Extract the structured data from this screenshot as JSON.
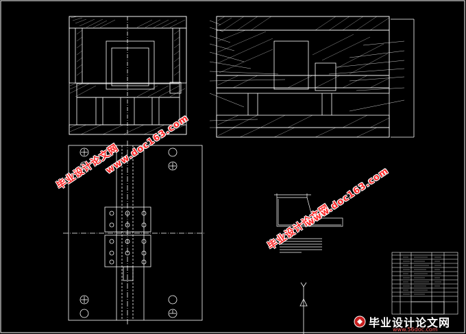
{
  "drawing": {
    "watermarks": [
      {
        "id": "wm1",
        "text": "毕业设计论文网"
      },
      {
        "id": "wm2",
        "text": "www.doc163.com"
      },
      {
        "id": "wm3",
        "text": "毕业设计论文网"
      },
      {
        "id": "wm4",
        "text": "www.doc163.com"
      }
    ],
    "logo": {
      "text": "毕业设计论文网",
      "url": "www.56doc.com"
    },
    "colors": {
      "line": "#ffffff",
      "watermark": "#ff2a2a",
      "background": "#000000"
    }
  }
}
